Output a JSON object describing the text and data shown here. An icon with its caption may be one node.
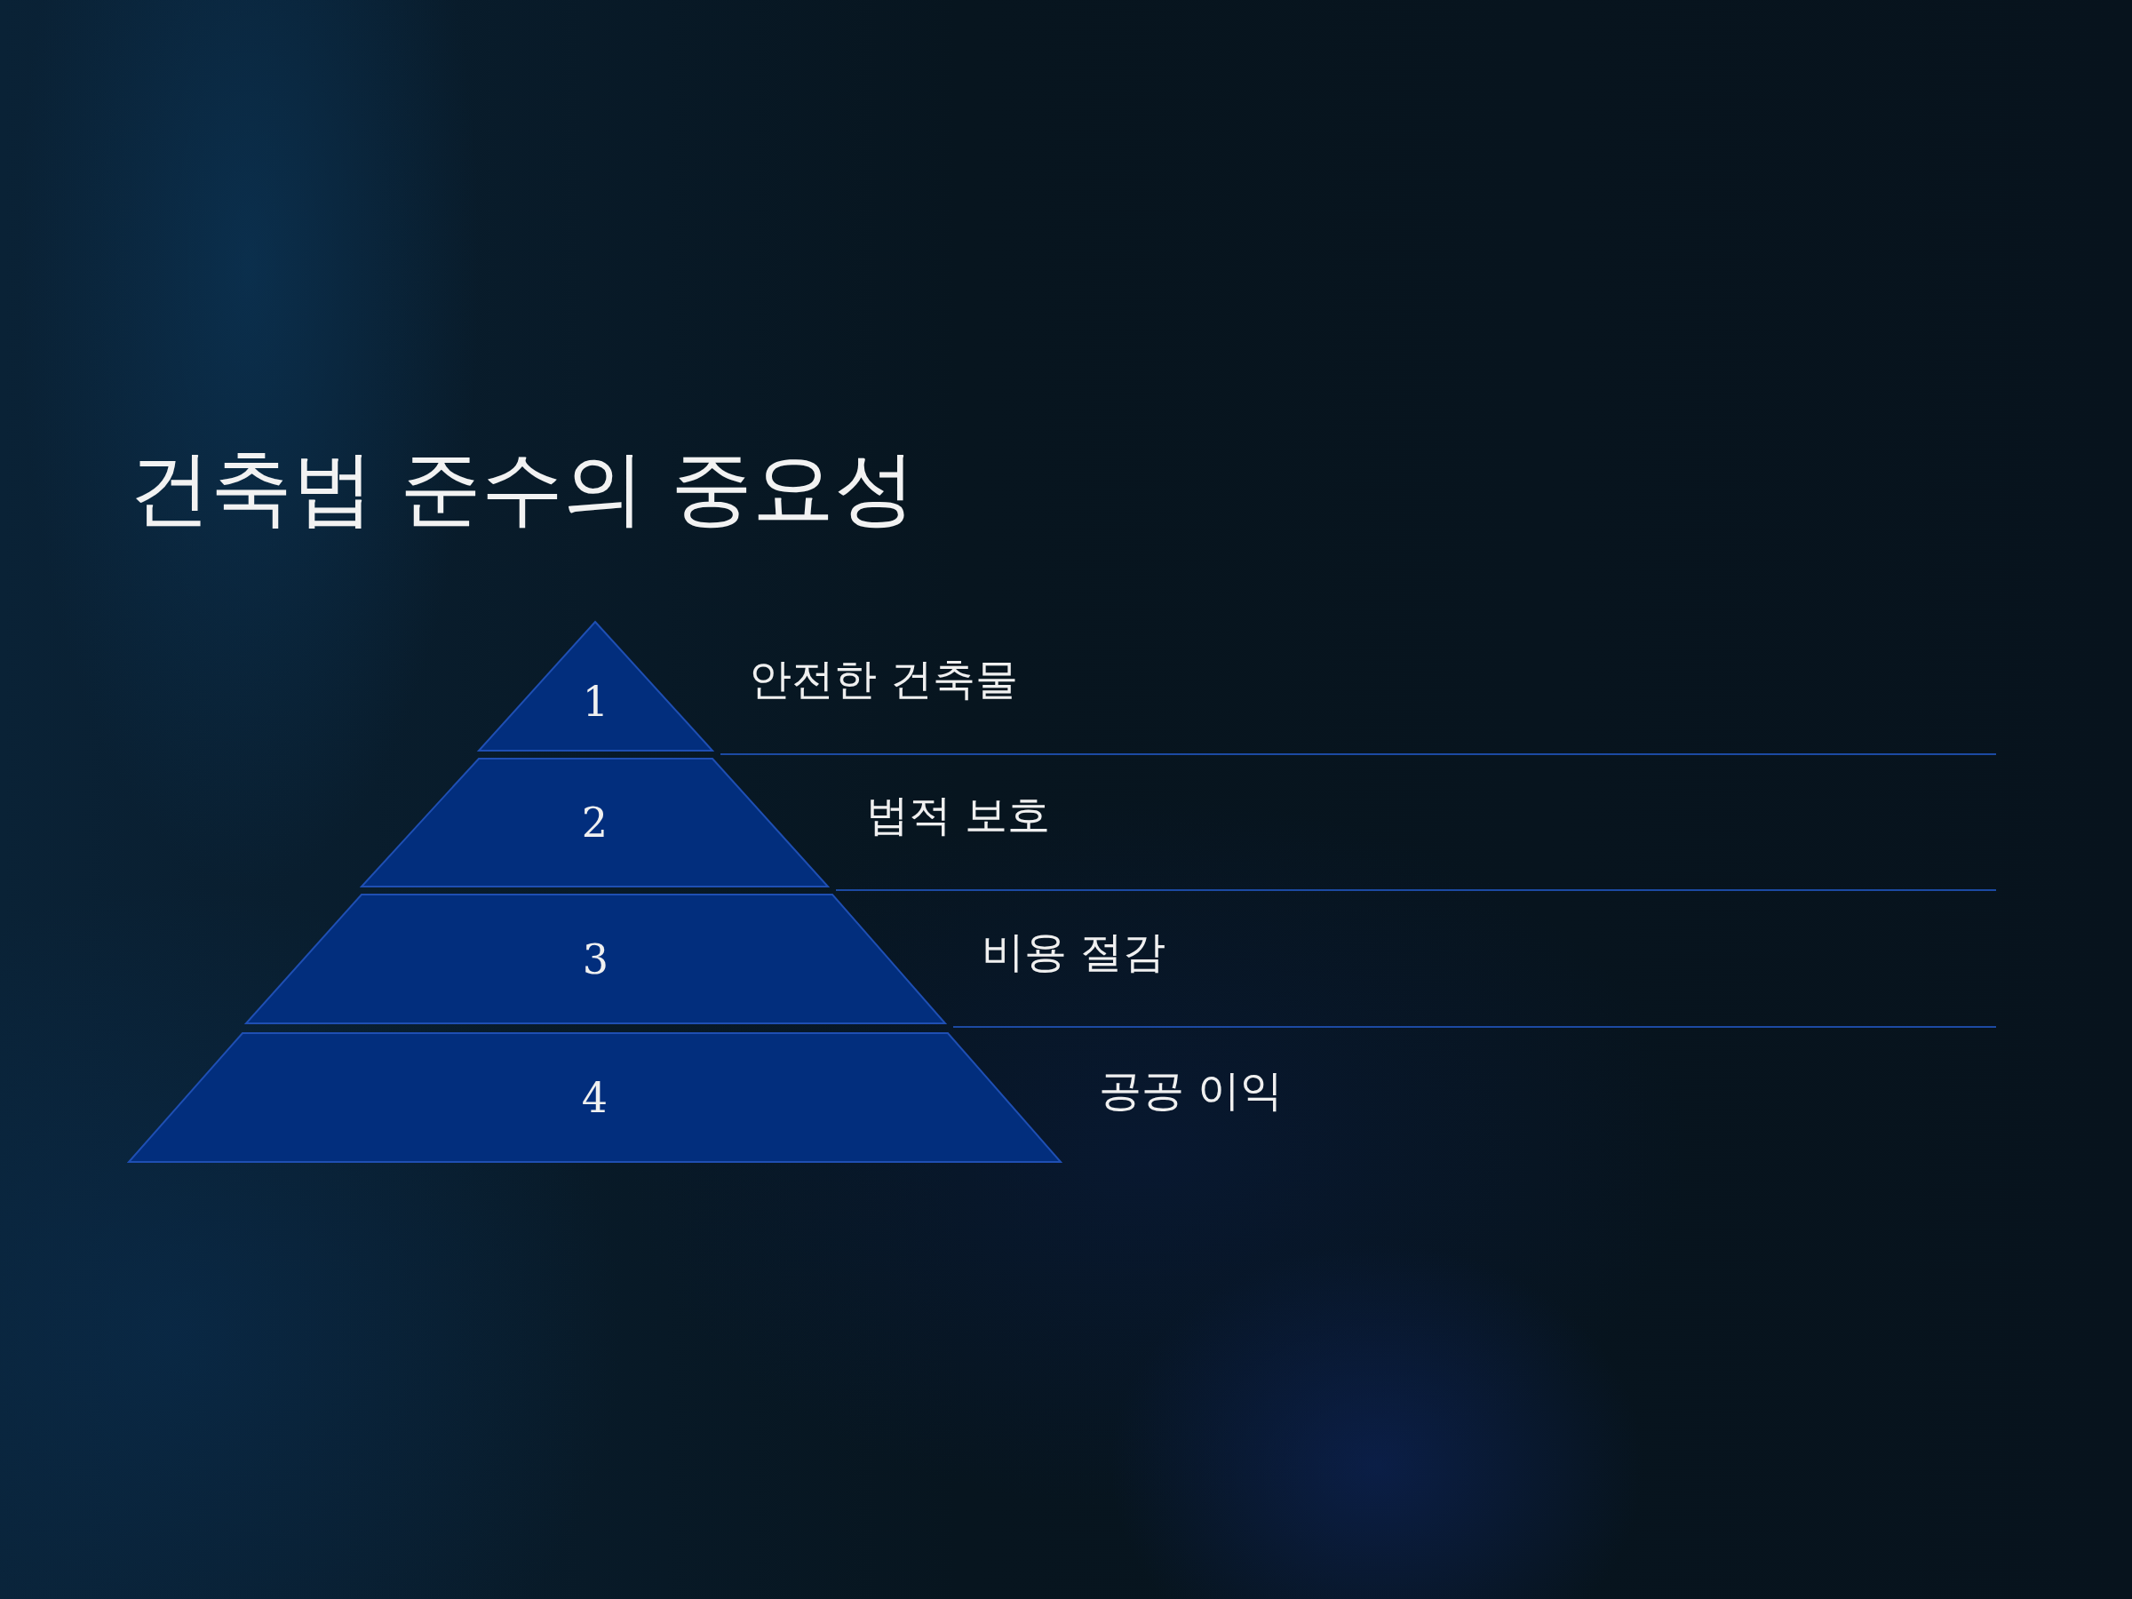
{
  "diagram": {
    "title": "건축법 준수의 중요성",
    "nodes": [
      {
        "text": [
          "1"
        ],
        "beside": [
          "안전한 건축물"
        ]
      },
      {
        "text": [
          "2"
        ],
        "beside": [
          "법적 보호"
        ]
      },
      {
        "text": [
          "3"
        ],
        "beside": [
          "비용 절감"
        ]
      },
      {
        "text": [
          "4"
        ],
        "beside": [
          "공공 이익"
        ]
      }
    ]
  }
}
